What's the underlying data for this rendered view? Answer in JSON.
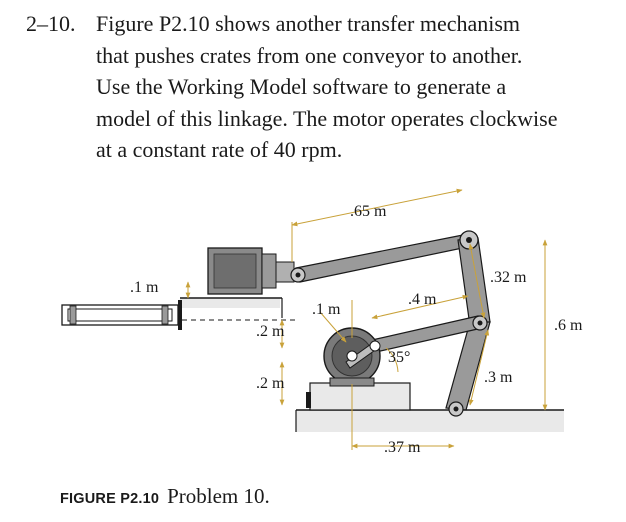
{
  "problem": {
    "number": "2–10.",
    "lines": [
      "Figure P2.10 shows another transfer mechanism",
      "that pushes crates from one conveyor to another.",
      "Use the Working Model software to generate a",
      "model of this linkage. The motor operates clockwise",
      "at a constant rate of 40 rpm."
    ]
  },
  "figure": {
    "dimensions": {
      "top_span": ".65 m",
      "left_height": ".1 m",
      "crank_offset": ".1 m",
      "coupler": ".4 m",
      "upper_link": ".32 m",
      "lower_link": ".3 m",
      "total_height": ".6 m",
      "vertical_upper": ".2 m",
      "vertical_lower": ".2 m",
      "angle": "35°",
      "ground_span": ".37 m"
    }
  },
  "caption": {
    "figure_label": "FIGURE P2.10",
    "title": "Problem 10."
  },
  "colors": {
    "link_fill": "#9a9a9a",
    "motor_fill": "#7a7a7a",
    "ground_fill": "#e9e9e9",
    "dimension_line": "#c9a23a",
    "ink": "#1a1a1a"
  }
}
